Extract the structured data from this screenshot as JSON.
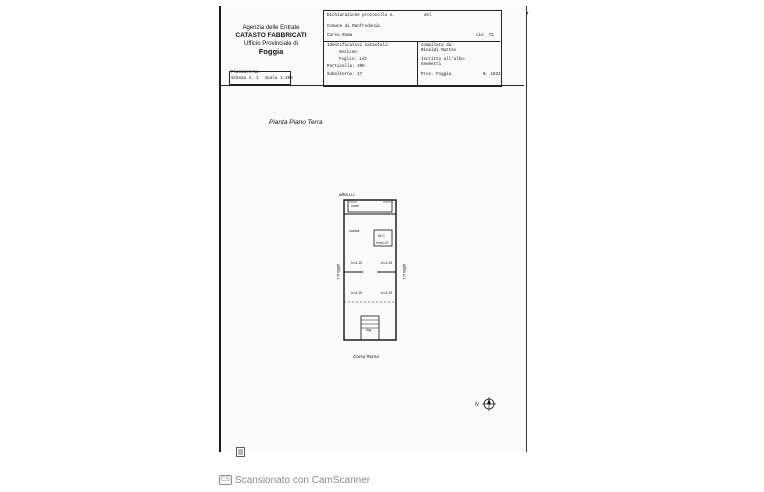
{
  "header": {
    "agency_line1": "Agenzia delle Entrate",
    "agency_line2": "CATASTO FABBRICATI",
    "agency_line3": "Ufficio Provinciale di",
    "agency_line4": "Foggia",
    "dichiarazione": "Dichiarazione protocollo n.",
    "del": "del",
    "comune": "Comune di Manfredonia",
    "via": "Corso Roma",
    "civ": "civ. 72",
    "identificativi": "Identificativi Catastali:",
    "sezione": "Sezione:",
    "foglio": "Foglio: 143",
    "particella": "Particella: 396",
    "subalterno": "Subalterno: 17",
    "compilata": "Compilata da:",
    "compilatore": "Rinaldi Matteo",
    "iscritto": "Iscritto all'albo:",
    "albo": "Geometri",
    "prov": "Prov. Foggia",
    "numero": "N. 1824",
    "planimetria": "Planimetria",
    "scheda": "Scheda n. 1",
    "scala": "Scala 1:200"
  },
  "plan": {
    "title": "Pianta Piano Terra",
    "top_label": "altra u.i.",
    "left_label": "altra u.i.",
    "right_label": "altra u.i.",
    "corte": "corte",
    "cucina": "cucina",
    "wc": "W.C.",
    "h_label": "Hm2.47",
    "ing": "ing.",
    "h1": "h=4.10",
    "h2": "h=4.10",
    "h3": "h=4.10",
    "h4": "h=4.10",
    "street": "Corso Roma",
    "north": "N"
  },
  "footer": {
    "badge": "CS",
    "scanner_text": "Scansionato con CamScanner"
  },
  "margin_mark": "/"
}
